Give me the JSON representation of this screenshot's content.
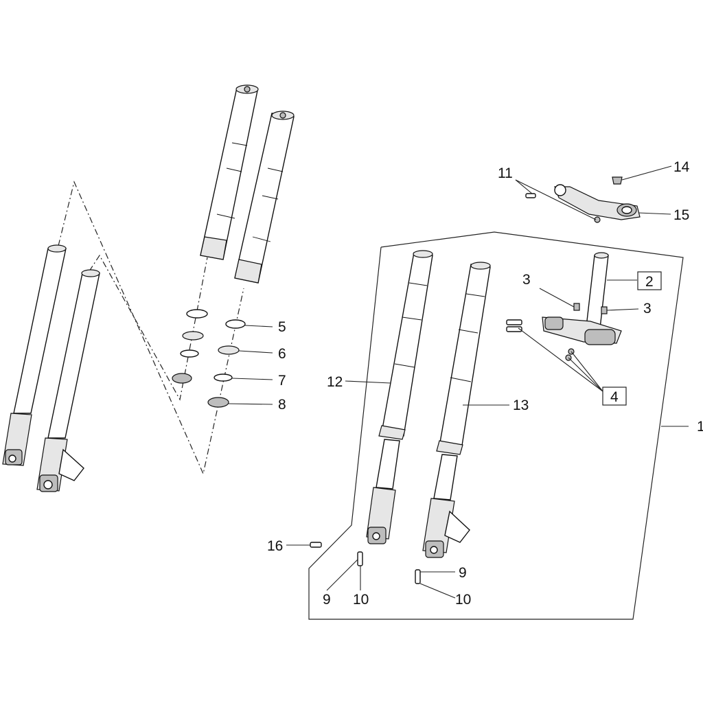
{
  "callouts": {
    "c1": "1",
    "c2": "2",
    "c3a": "3",
    "c3b": "3",
    "c4": "4",
    "c5": "5",
    "c6": "6",
    "c7": "7",
    "c8": "8",
    "c9a": "9",
    "c9b": "9",
    "c10a": "10",
    "c10b": "10",
    "c11": "11",
    "c12": "12",
    "c13": "13",
    "c14": "14",
    "c15": "15",
    "c16": "16"
  }
}
